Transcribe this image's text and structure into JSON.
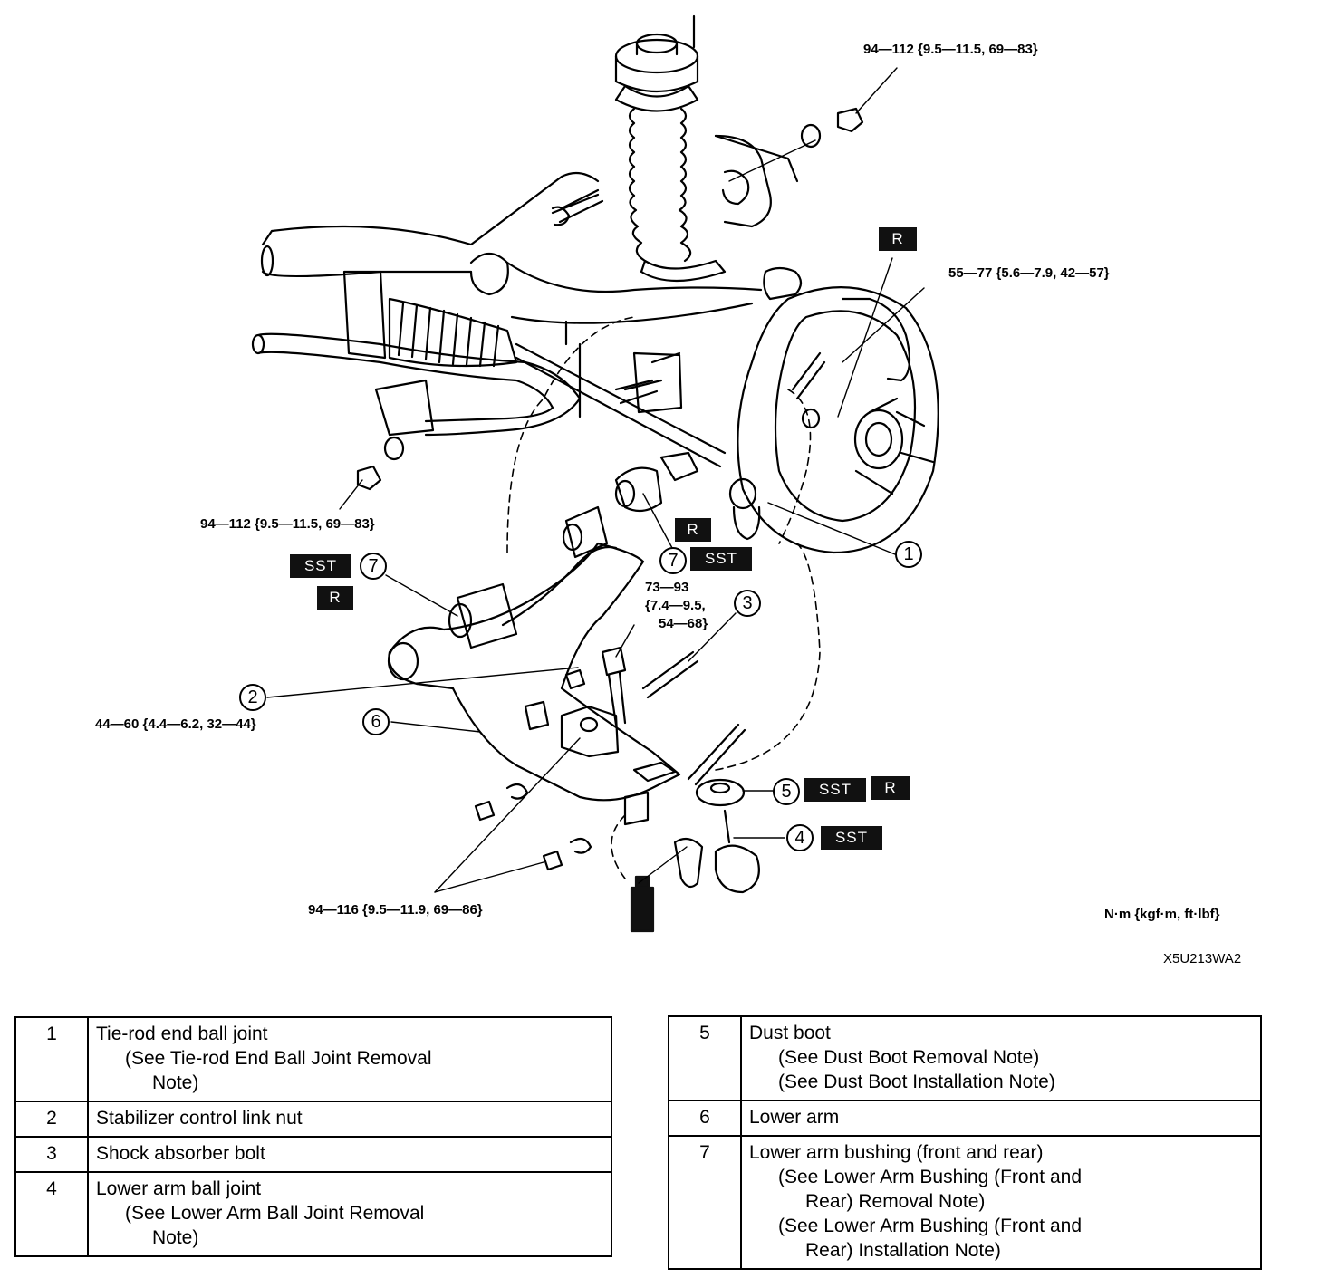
{
  "torque": {
    "top_right_nut": "94—112 {9.5—11.5, 69—83}",
    "hub_nut": "55—77 {5.6—7.9, 42—57}",
    "stabilizer_nut": "94—112 {9.5—11.5, 69—83}",
    "shock_bolt_line1": "73—93",
    "shock_bolt_line2": "{7.4—9.5,",
    "shock_bolt_line3": "54—68}",
    "control_link": "44—60 {4.4—6.2, 32—44}",
    "lower_arm_nuts": "94—116 {9.5—11.9, 69—86}"
  },
  "units": "N·m {kgf·m, ft·lbf}",
  "figure_code": "X5U213WA2",
  "tags": {
    "R": "R",
    "SST": "SST"
  },
  "callouts": [
    "1",
    "2",
    "3",
    "4",
    "5",
    "6",
    "7"
  ],
  "legend_left": [
    {
      "num": "1",
      "title": "Tie-rod end ball joint",
      "notes": [
        {
          "a": "(See Tie-rod End Ball Joint Removal",
          "b": "Note)"
        }
      ]
    },
    {
      "num": "2",
      "title": "Stabilizer control link nut",
      "notes": []
    },
    {
      "num": "3",
      "title": "Shock absorber bolt",
      "notes": []
    },
    {
      "num": "4",
      "title": "Lower arm ball joint",
      "notes": [
        {
          "a": "(See  Lower Arm Ball Joint Removal",
          "b": "Note)"
        }
      ]
    }
  ],
  "legend_right": [
    {
      "num": "5",
      "title": "Dust boot",
      "notes": [
        {
          "a": "(See Dust Boot Removal Note)",
          "b": ""
        },
        {
          "a": "(See Dust Boot Installation Note)",
          "b": ""
        }
      ]
    },
    {
      "num": "6",
      "title": "Lower arm",
      "notes": []
    },
    {
      "num": "7",
      "title": "Lower arm bushing (front and rear)",
      "notes": [
        {
          "a": "(See Lower Arm Bushing (Front and",
          "b": "Rear) Removal Note)"
        },
        {
          "a": "(See Lower Arm Bushing (Front and",
          "b": "Rear) Installation Note)"
        }
      ]
    }
  ]
}
